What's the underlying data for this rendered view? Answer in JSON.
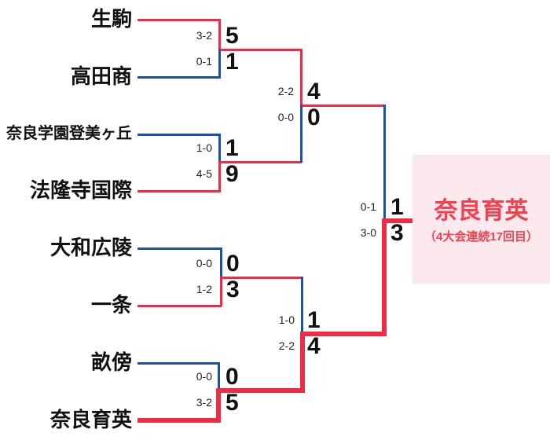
{
  "colors": {
    "winner_line": "#ef2b45",
    "loser_line": "#1b52a5",
    "highlight_bg": "#fce9ed",
    "champion_text": "#f4404f",
    "team_text": "#111111",
    "half_score_text": "#222222"
  },
  "bracket": {
    "round1": [
      {
        "team_top": "生駒",
        "team_bottom": "高田商",
        "half_top": "3-2",
        "half_bottom": "0-1",
        "total_top": "5",
        "total_bottom": "1"
      },
      {
        "team_top": "奈良学園登美ヶ丘",
        "team_bottom": "法隆寺国際",
        "half_top": "1-0",
        "half_bottom": "4-5",
        "total_top": "1",
        "total_bottom": "9"
      },
      {
        "team_top": "大和広陵",
        "team_bottom": "一条",
        "half_top": "0-0",
        "half_bottom": "1-2",
        "total_top": "0",
        "total_bottom": "3"
      },
      {
        "team_top": "畝傍",
        "team_bottom": "奈良育英",
        "half_top": "0-0",
        "half_bottom": "3-2",
        "total_top": "0",
        "total_bottom": "5"
      }
    ],
    "semifinals": [
      {
        "half_top": "2-2",
        "half_bottom": "0-0",
        "total_top": "4",
        "total_bottom": "0"
      },
      {
        "half_top": "1-0",
        "half_bottom": "2-2",
        "total_top": "1",
        "total_bottom": "4"
      }
    ],
    "final": {
      "half_top": "0-1",
      "half_bottom": "3-0",
      "total_top": "1",
      "total_bottom": "3"
    },
    "champion": {
      "name": "奈良育英",
      "note": "（4大会連続17回目）"
    }
  }
}
